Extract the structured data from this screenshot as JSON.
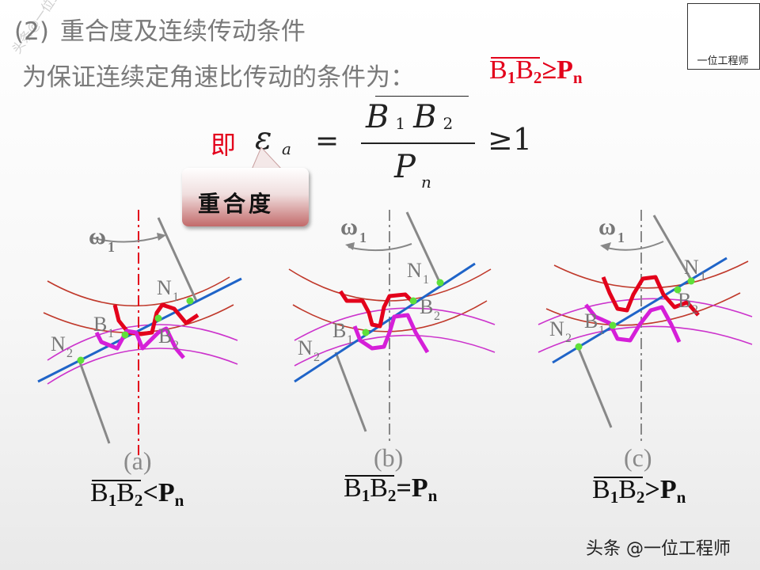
{
  "header": {
    "number": "(2)",
    "title": "重合度及连续传动条件"
  },
  "condition": {
    "text": "为保证连续定角速比传动的条件为：",
    "formula": "B₁B₂≥Pₙ"
  },
  "formula": {
    "prefix": "即",
    "symbol": "ε",
    "symbol_sub": "a",
    "equals": "=",
    "numerator": "B 1 B 2",
    "denominator": "P",
    "denominator_sub": "n",
    "relation": "≥1"
  },
  "callout": {
    "text": "重合度"
  },
  "logo": {
    "text": "一位工程师"
  },
  "watermark": {
    "text": "头条 @一位工程师"
  },
  "side_watermark": {
    "text": "头条@一位工程师"
  },
  "labels": {
    "omega": "ω",
    "omega_sub": "1",
    "N": "N",
    "B": "B",
    "sub1": "1",
    "sub2": "2"
  },
  "panels": [
    {
      "id": "a",
      "caption": "(a)",
      "relation": "B₁B₂<Pₙ",
      "B1B2_vs_Pn": "<"
    },
    {
      "id": "b",
      "caption": "(b)",
      "relation": "B₁B₂=Pₙ",
      "B1B2_vs_Pn": "="
    },
    {
      "id": "c",
      "caption": "(c)",
      "relation": "B₁B₂>Pₙ",
      "B1B2_vs_Pn": ">"
    }
  ],
  "colors": {
    "heading": "#7a7a7a",
    "accent_red": "#e3001b",
    "line_of_action": "#1f64c8",
    "gear1_profile": "#e3001b",
    "gear2_profile": "#d51fd8",
    "contact_point": "#5fe03a",
    "circle_red": "#c0392b",
    "circle_magenta": "#cc33cc"
  }
}
